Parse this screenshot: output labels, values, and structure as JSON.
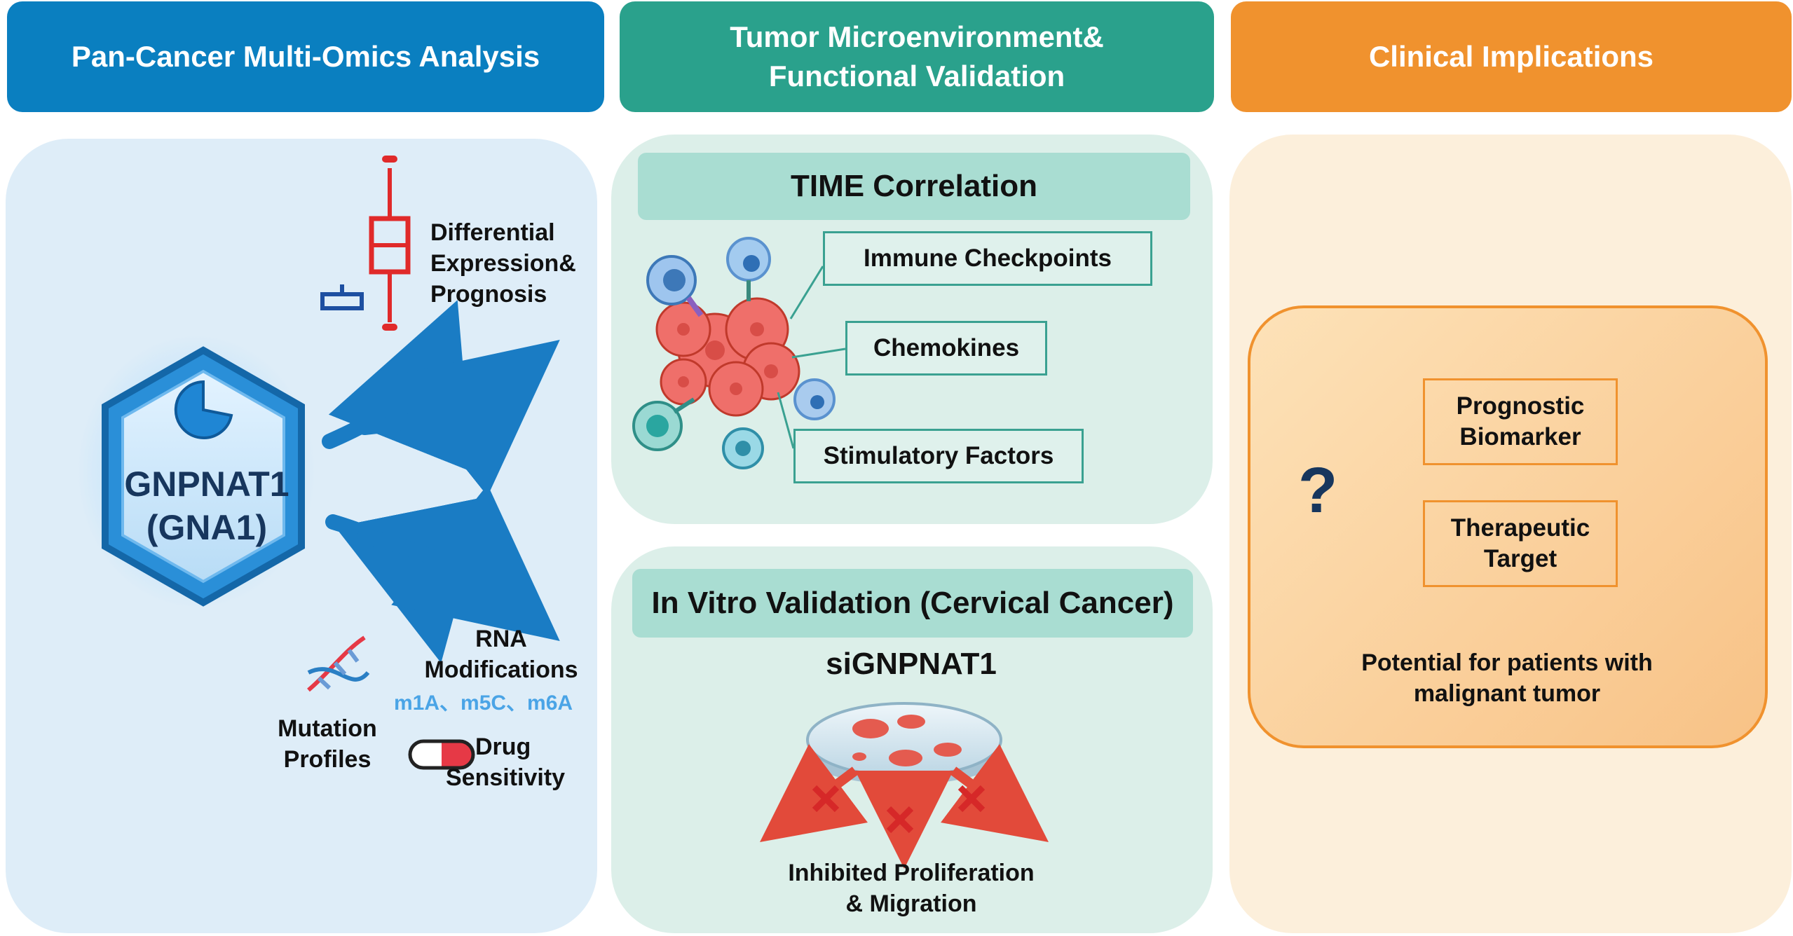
{
  "headers": {
    "col1": [
      "Pan-Cancer Multi-Omics Analysis"
    ],
    "col2": [
      "Tumor Microenvironment&",
      "Functional Validation"
    ],
    "col3": [
      "Clinical Implications"
    ]
  },
  "left_panel": {
    "gene_line1": "GNPNAT1",
    "gene_line2": "(GNA1)",
    "diff_expr": [
      "Differential",
      "Expression&",
      "Prognosis"
    ],
    "rna": [
      "RNA",
      "Modifications"
    ],
    "rna_mods": "m1A、m5C、m6A",
    "mutation": [
      "Mutation",
      "Profiles"
    ],
    "drug": [
      "Drug",
      "Sensitivity"
    ]
  },
  "time": {
    "title": "TIME Correlation",
    "immune": "Immune Checkpoints",
    "chemokines": "Chemokines",
    "stimulatory": "Stimulatory Factors"
  },
  "vitro": {
    "title": "In Vitro Validation (Cervical Cancer)",
    "sirna": "siGNPNAT1",
    "result": [
      "Inhibited Proliferation",
      "& Migration"
    ]
  },
  "clinical": {
    "question": "?",
    "prognostic": [
      "Prognostic",
      "Biomarker"
    ],
    "therapeutic": [
      "Therapeutic",
      "Target"
    ],
    "potential": [
      "Potential for patients with",
      "malignant tumor"
    ]
  },
  "colors": {
    "blue": "#0a7fc0",
    "teal": "#2aa18c",
    "orange": "#f0922e",
    "red": "#e02a2a",
    "dark_blue": "#17365d"
  }
}
